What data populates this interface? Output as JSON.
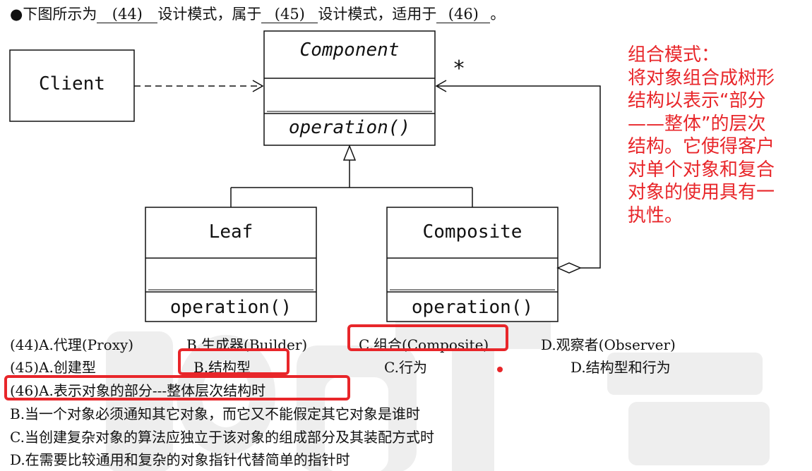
{
  "question": {
    "bullet": "●",
    "p1": "下图所示为",
    "b1": "(44)",
    "p2": "设计模式，属于",
    "b2": "(45)",
    "p3": "设计模式，适用于",
    "b3": "(46)",
    "p4": "。"
  },
  "diagram": {
    "client": "Client",
    "component": {
      "name": "Component",
      "operation": "operation()"
    },
    "leaf": {
      "name": "Leaf",
      "operation": "operation()"
    },
    "composite": {
      "name": "Composite",
      "operation": "operation()"
    },
    "multiplicity": "*"
  },
  "note": {
    "lines": [
      "组合模式：",
      "将对象组合成树形",
      "结构以表示“部分",
      "——整体”的层次",
      "结构。它使得客户",
      "对单个对象和复合",
      "对象的使用具有一",
      "执性。"
    ],
    "color": "#e8262a"
  },
  "options": {
    "q44": {
      "a": "(44)A.代理(Proxy)",
      "b": "B.生成器(Builder)",
      "c": "C.组合(Composite)",
      "d": "D.观察者(Observer)"
    },
    "q45": {
      "a": "(45)A.创建型",
      "b": "B.结构型",
      "c": "C.行为",
      "d": "D.结构型和行为"
    },
    "q46": {
      "a": "(46)A.表示对象的部分---整体层次结构时",
      "b": "B.当一个对象必须通知其它对象，而它又不能假定其它对象是谁时",
      "c": "C.当创建复杂对象的算法应独立于该对象的组成部分及其装配方式时",
      "d": "D.在需要比较通用和复杂的对象指针代替简单的指针时"
    }
  },
  "highlight_color": "#e8262a"
}
